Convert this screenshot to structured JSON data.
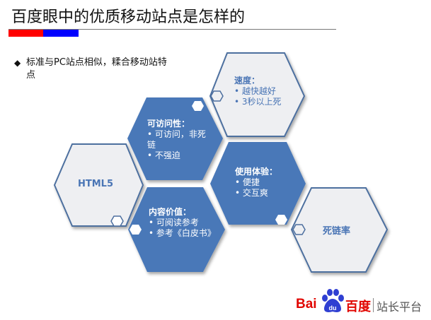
{
  "slide": {
    "title": "百度眼中的优质移动站点是怎样的",
    "accent_colors": {
      "red": "#ff0000",
      "blue": "#0000ff"
    },
    "bullet": {
      "marker": "◆",
      "text": "标准与PC站点相似，糅合移动站特点"
    }
  },
  "hexagons": [
    {
      "id": "speed",
      "style": "light",
      "title": "速度：",
      "items": [
        "越快越好",
        "3秒以上死"
      ]
    },
    {
      "id": "accessibility",
      "style": "dark",
      "title": "可访问性：",
      "items": [
        "可访问，非死链",
        "不强迫"
      ]
    },
    {
      "id": "html5",
      "style": "light",
      "label": "HTML5"
    },
    {
      "id": "experience",
      "style": "dark",
      "title": "使用体验：",
      "items": [
        "便捷",
        "交互爽"
      ]
    },
    {
      "id": "content",
      "style": "dark",
      "title": "内容价值：",
      "items": [
        "可阅读参考",
        "参考《白皮书》"
      ]
    },
    {
      "id": "deadlink",
      "style": "light",
      "label": "死链率"
    }
  ],
  "colors": {
    "hex_dark": "#4a78b8",
    "hex_light_fill": "#eeeff2",
    "hex_light_stroke": "#4d6f9f",
    "text_blue": "#4a75b5"
  },
  "logo": {
    "bai": "Bai",
    "du": "du",
    "baidu_cn": "百度",
    "platform": "站长平台"
  }
}
